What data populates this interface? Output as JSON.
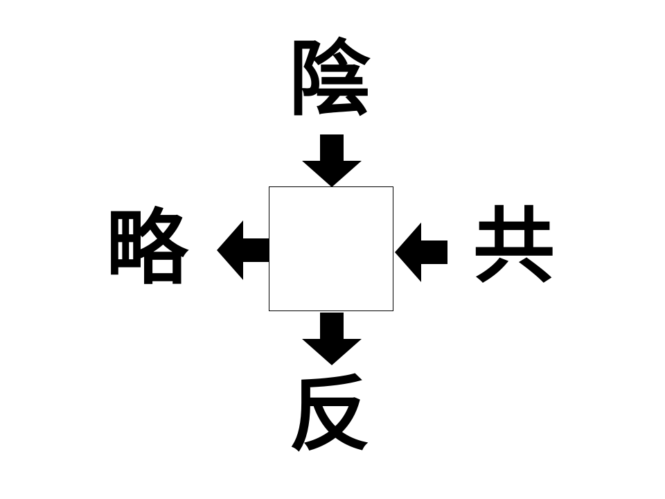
{
  "puzzle": {
    "top_kanji": "陰",
    "left_kanji": "略",
    "right_kanji": "共",
    "bottom_kanji": "反",
    "answer_box": "",
    "arrows": {
      "top": "down-arrow-icon",
      "bottom": "down-arrow-icon",
      "left": "left-arrow-icon",
      "right": "left-arrow-icon"
    },
    "colors": {
      "ink": "#000000",
      "background": "#ffffff"
    }
  }
}
